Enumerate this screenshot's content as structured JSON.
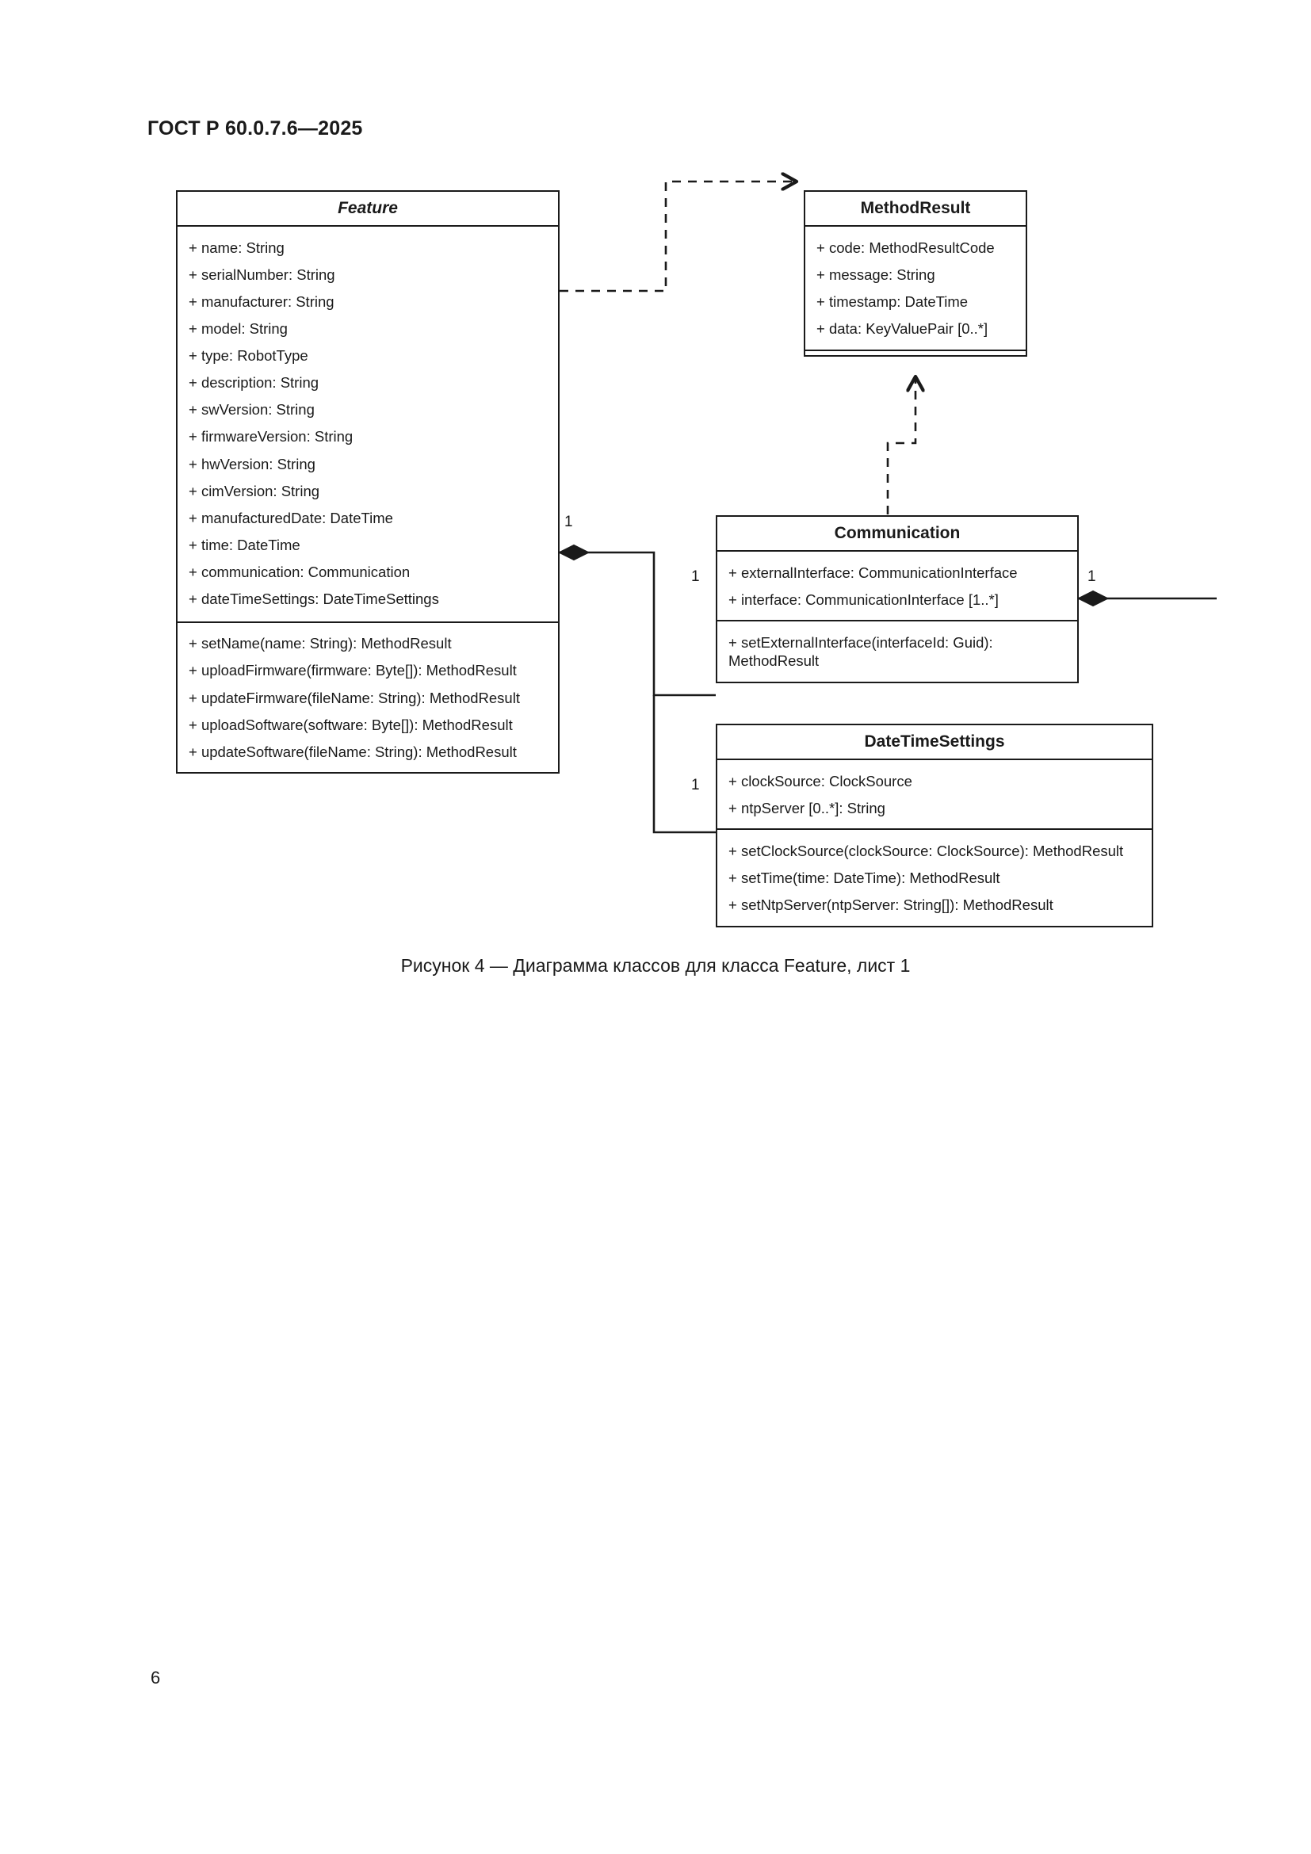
{
  "document": {
    "header": "ГОСТ Р 60.0.7.6—2025",
    "page_number": "6",
    "figure_caption": "Рисунок 4 — Диаграмма классов для класса Feature, лист 1"
  },
  "diagram": {
    "type": "uml-class-diagram",
    "classes": [
      {
        "id": "feature",
        "name": "Feature",
        "title_style": "bold-italic",
        "attributes": [
          "+ name: String",
          "+ serialNumber: String",
          "+ manufacturer: String",
          "+ model: String",
          "+ type: RobotType",
          "+ description: String",
          "+ swVersion: String",
          "+ firmwareVersion: String",
          "+ hwVersion: String",
          "+ cimVersion: String",
          "+ manufacturedDate: DateTime",
          "+ time: DateTime",
          "+ communication: Communication",
          "+ dateTimeSettings: DateTimeSettings"
        ],
        "operations": [
          "+ setName(name: String): MethodResult",
          "+ uploadFirmware(firmware: Byte[]): MethodResult",
          "+ updateFirmware(fileName: String): MethodResult",
          "+ uploadSoftware(software: Byte[]): MethodResult",
          "+ updateSoftware(fileName: String): MethodResult"
        ]
      },
      {
        "id": "methodresult",
        "name": "MethodResult",
        "title_style": "bold",
        "attributes": [
          "+ code: MethodResultCode",
          "+ message: String",
          "+ timestamp: DateTime",
          "+ data: KeyValuePair [0..*]"
        ],
        "operations": []
      },
      {
        "id": "communication",
        "name": "Communication",
        "title_style": "bold",
        "attributes": [
          "+ externalInterface: CommunicationInterface",
          "+ interface: CommunicationInterface [1..*]"
        ],
        "operations": [
          "+ setExternalInterface(interfaceId: Guid):\nMethodResult"
        ]
      },
      {
        "id": "datetimesettings",
        "name": "DateTimeSettings",
        "title_style": "bold",
        "attributes": [
          "+ clockSource: ClockSource",
          "+ ntpServer [0..*]: String"
        ],
        "operations": [
          "+ setClockSource(clockSource: ClockSource): MethodResult",
          "+ setTime(time: DateTime): MethodResult",
          "+ setNtpServer(ntpServer: String[]): MethodResult"
        ]
      }
    ],
    "relationships": [
      {
        "kind": "dependency",
        "from": "Feature",
        "to": "MethodResult",
        "source_multiplicity": "",
        "target_multiplicity": ""
      },
      {
        "kind": "dependency",
        "from": "Communication",
        "to": "MethodResult",
        "source_multiplicity": "",
        "target_multiplicity": ""
      },
      {
        "kind": "composition",
        "from": "Feature",
        "to": "Communication",
        "source_multiplicity": "1",
        "target_multiplicity": "1"
      },
      {
        "kind": "composition",
        "from": "Feature",
        "to": "DateTimeSettings",
        "source_multiplicity": "1",
        "target_multiplicity": "1"
      },
      {
        "kind": "composition",
        "from": "Communication",
        "to": "",
        "source_multiplicity": "1",
        "target_multiplicity": ""
      }
    ],
    "multiplicity_labels": {
      "feature_composition": "1",
      "communication_left": "1",
      "communication_right": "1",
      "datetimesettings_left": "1"
    },
    "colors": {
      "line": "#1a1a1a",
      "background": "#ffffff"
    }
  }
}
